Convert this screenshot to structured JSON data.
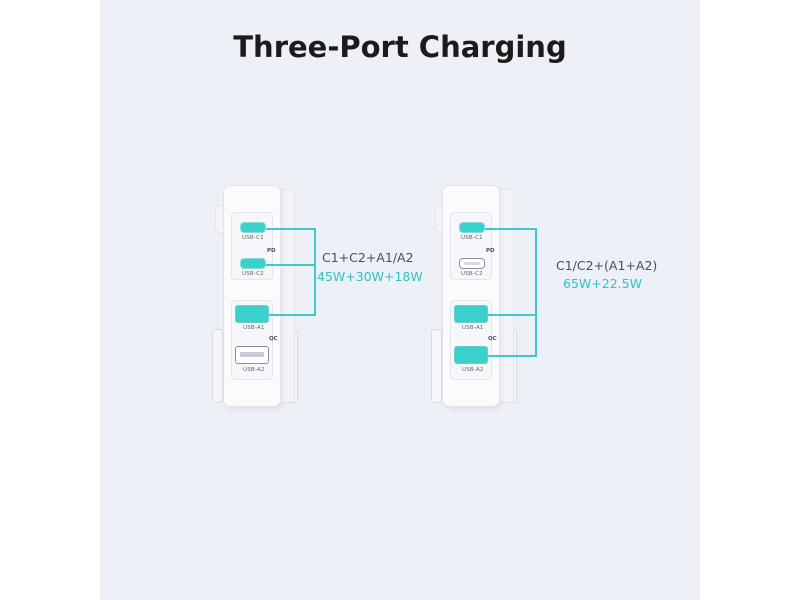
{
  "title": "Three-Port Charging",
  "accent_color": "#3ad0cc",
  "chargers": [
    {
      "ports": {
        "c1": "USB-C1",
        "c2": "USB-C2",
        "a1": "USB-A1",
        "a2": "USB-A2",
        "pd_tag": "PD",
        "qc_tag": "QC"
      },
      "combination": "C1+C2+A1/A2",
      "power": "45W+30W+18W",
      "active_ports": [
        "USB-C1",
        "USB-C2",
        "USB-A1"
      ]
    },
    {
      "ports": {
        "c1": "USB-C1",
        "c2": "USB-C2",
        "a1": "USB-A1",
        "a2": "USB-A2",
        "pd_tag": "PD",
        "qc_tag": "QC"
      },
      "combination": "C1/C2+(A1+A2)",
      "power": "65W+22.5W",
      "active_ports": [
        "USB-C1",
        "USB-A1",
        "USB-A2"
      ]
    }
  ]
}
